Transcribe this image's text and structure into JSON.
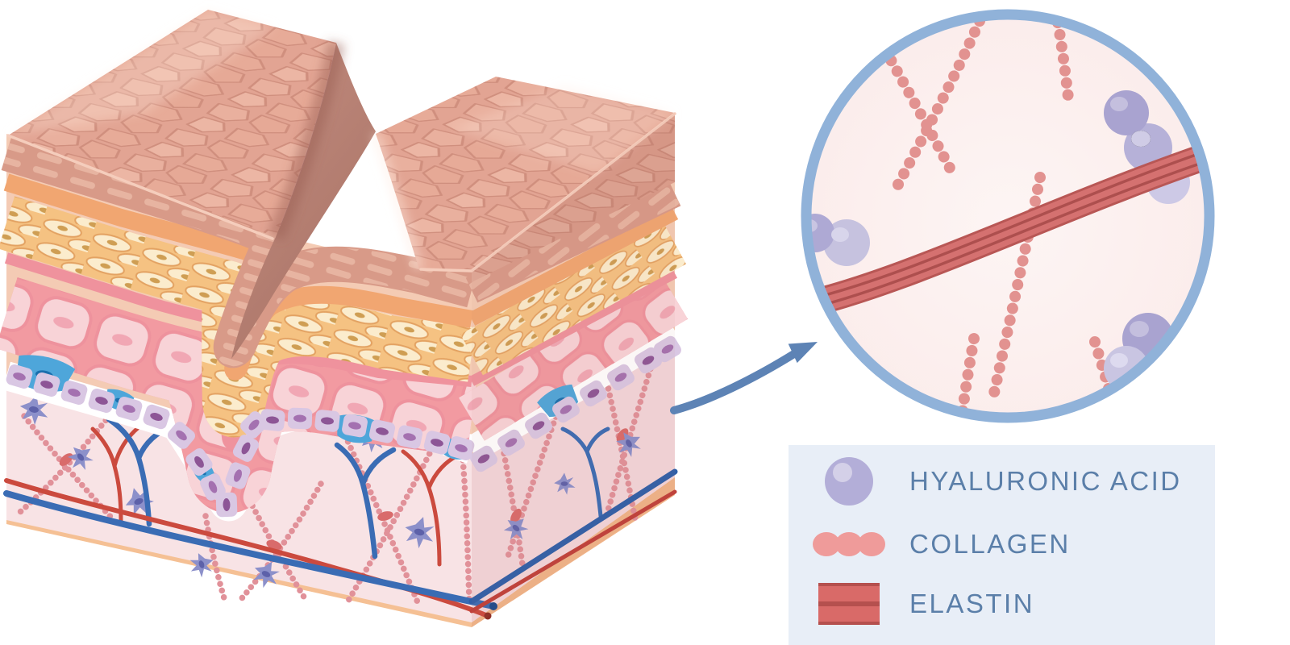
{
  "legend": {
    "items": [
      {
        "id": "hyaluronic-acid",
        "label": "HYALURONIC ACID",
        "color": "#b3aed8"
      },
      {
        "id": "collagen",
        "label": "COLLAGEN",
        "color": "#ef9b9a"
      },
      {
        "id": "elastin",
        "label": "ELASTIN",
        "color": "#d96a68"
      }
    ]
  },
  "colors": {
    "legend_text": "#5b7fa9",
    "legend_background": "#e8eef7",
    "circle_border": "#90b2d9",
    "circle_fill": "#fbecec",
    "arrow": "#5d83b5",
    "hyaluronic": "#b3aed8",
    "hyaluronic_dark": "#a9a3d0",
    "collagen": "#ef9b9a",
    "collagen_strand": "#e29290",
    "elastin": "#d96a68",
    "elastin_dark": "#b85755",
    "dermis": "#f8e3e5",
    "subcutis": "#f5c094",
    "vessel_red": "#cb4a3e",
    "vessel_blue": "#3a6cb4"
  }
}
